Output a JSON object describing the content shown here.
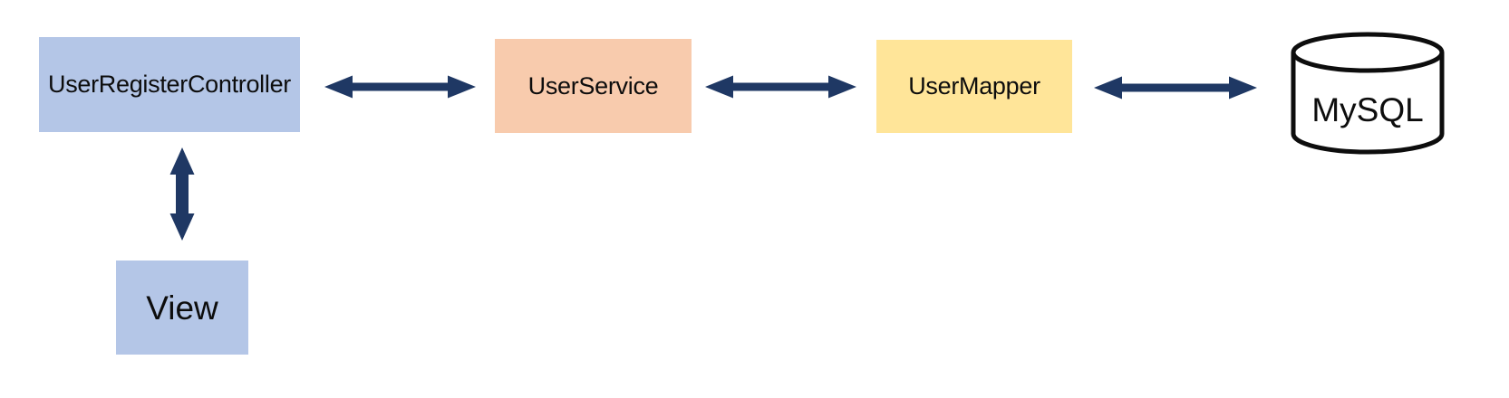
{
  "diagram": {
    "background": "#ffffff",
    "colors": {
      "arrow": "#1f3864",
      "outline": "#0d0d0d",
      "label_text": "#0d0d0d"
    },
    "nodes": {
      "controller": {
        "label": "UserRegisterController",
        "fill": "#b4c6e7",
        "shape": "rectangle"
      },
      "service": {
        "label": "UserService",
        "fill": "#f8cbad",
        "shape": "rectangle"
      },
      "mapper": {
        "label": "UserMapper",
        "fill": "#ffe599",
        "shape": "rectangle"
      },
      "mysql": {
        "label": "MySQL",
        "fill": "#ffffff",
        "shape": "cylinder"
      },
      "view": {
        "label": "View",
        "fill": "#b4c6e7",
        "shape": "rectangle"
      }
    },
    "edges": [
      {
        "from": "controller",
        "to": "service",
        "direction": "bidirectional"
      },
      {
        "from": "service",
        "to": "mapper",
        "direction": "bidirectional"
      },
      {
        "from": "mapper",
        "to": "mysql",
        "direction": "bidirectional"
      },
      {
        "from": "controller",
        "to": "view",
        "direction": "bidirectional"
      }
    ]
  }
}
